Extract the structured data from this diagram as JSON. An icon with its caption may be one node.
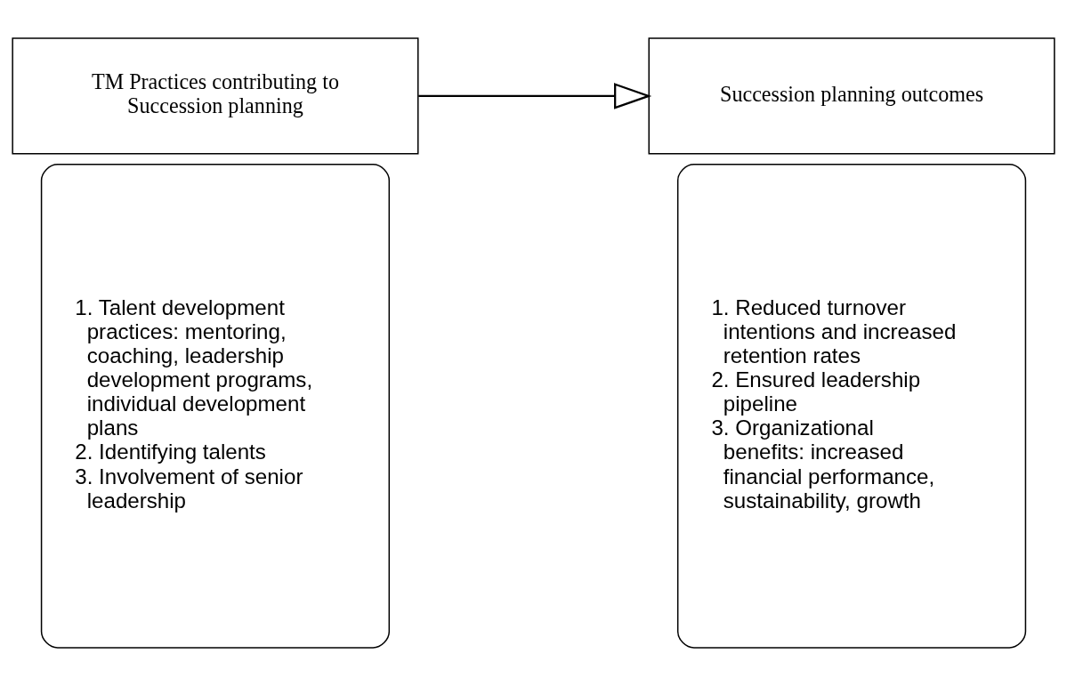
{
  "diagram": {
    "nodes": [
      {
        "text": [
          "TM Practices contributing to Succession planning"
        ]
      },
      {
        "text": [
          "1. Talent development practices: mentoring, coaching, leadership development programs, individual development plans",
          "2. Identifying talents",
          "3. Involvement of senior leadership"
        ]
      },
      {
        "text": [
          "Succession planning outcomes"
        ]
      },
      {
        "text": [
          "1. Reduced turnover intentions and increased retention rates",
          "2. Ensured leadership pipeline",
          "3. Organizational benefits: increased financial performance, sustainability, growth"
        ]
      }
    ],
    "edges": [
      {
        "from": 0,
        "to": 2,
        "arrow": "to"
      }
    ]
  }
}
